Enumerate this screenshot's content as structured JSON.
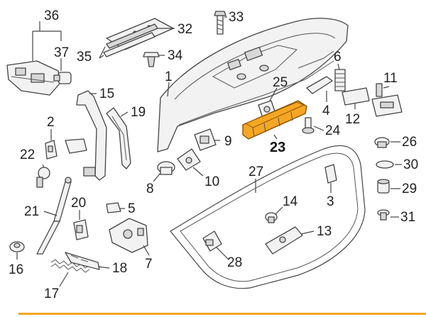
{
  "colors": {
    "highlight_fill": "#f5a623",
    "highlight_stroke": "#8a5200",
    "bottom_bar": "#f5a623"
  },
  "callouts": {
    "c1": "1",
    "c2": "2",
    "c3": "3",
    "c4": "4",
    "c5": "5",
    "c6": "6",
    "c7": "7",
    "c8": "8",
    "c9": "9",
    "c10": "10",
    "c11": "11",
    "c12": "12",
    "c13": "13",
    "c14": "14",
    "c15": "15",
    "c16": "16",
    "c17": "17",
    "c18": "18",
    "c19": "19",
    "c20": "20",
    "c21": "21",
    "c22": "22",
    "c23": "23",
    "c24": "24",
    "c25": "25",
    "c26": "26",
    "c27": "27",
    "c28": "28",
    "c29": "29",
    "c30": "30",
    "c31": "31",
    "c32": "32",
    "c33": "33",
    "c34": "34",
    "c35": "35",
    "c36": "36",
    "c37": "37"
  }
}
